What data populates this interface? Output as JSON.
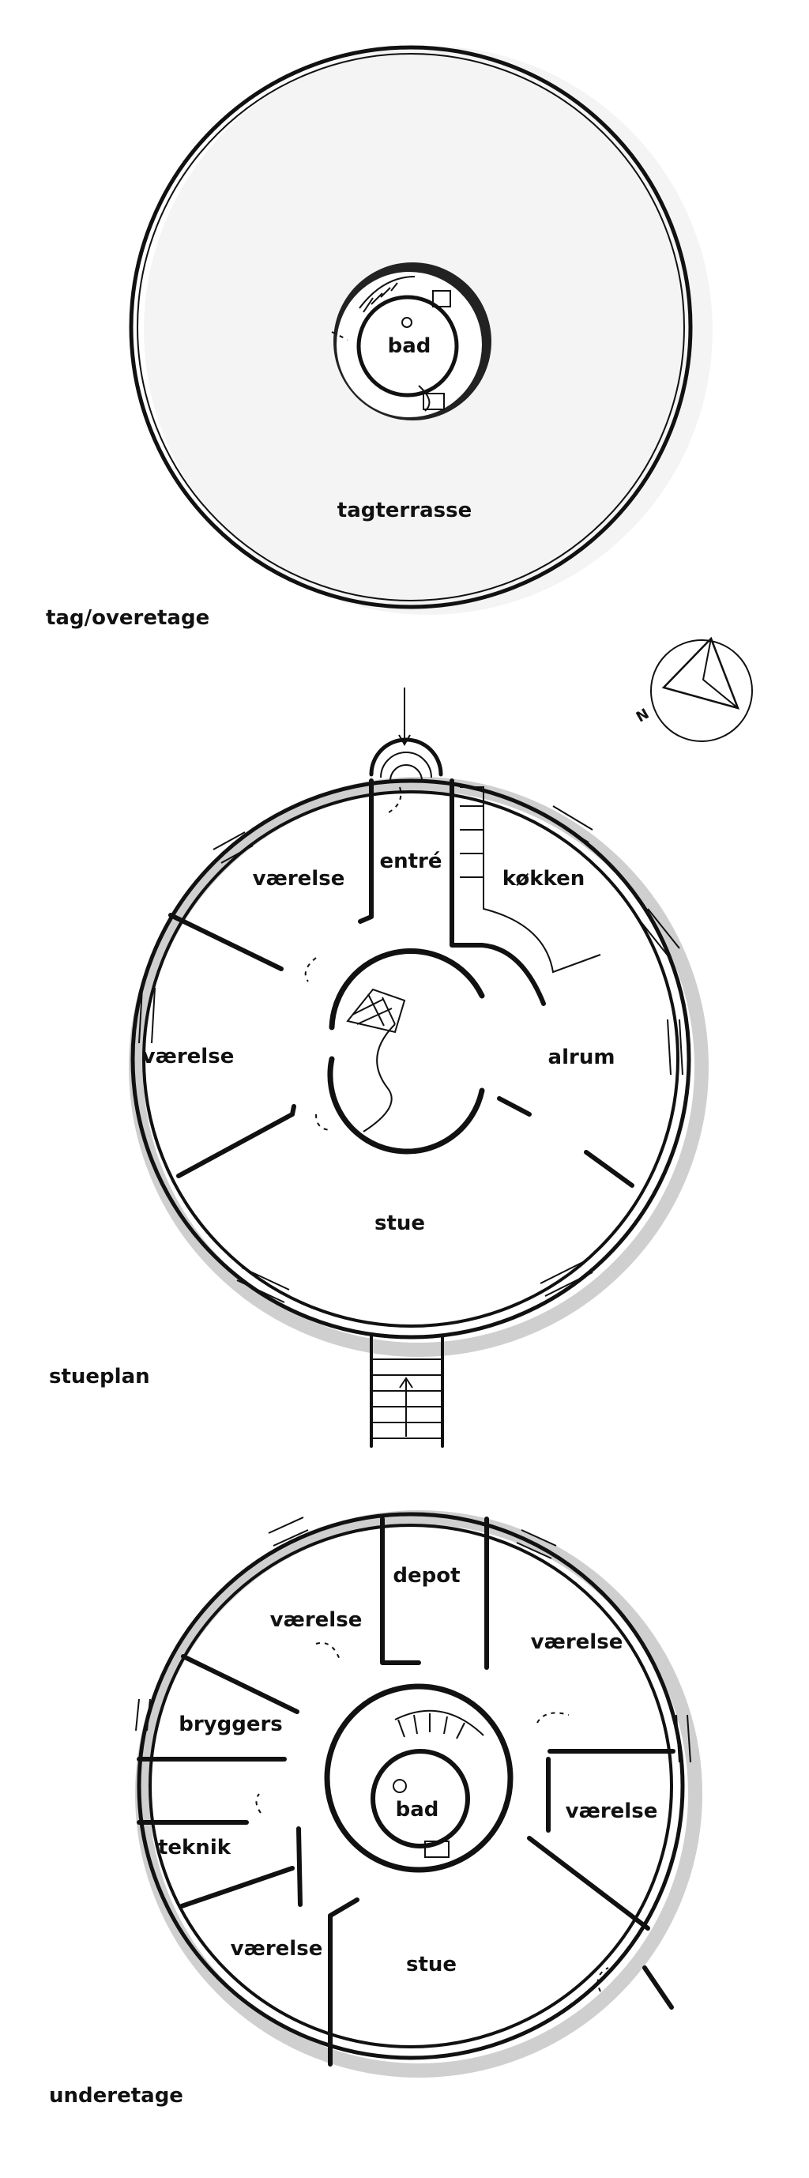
{
  "floors": {
    "roof": {
      "label": "tag/overetage",
      "rooms": {
        "bath": "bad",
        "terrace": "tagterrasse"
      }
    },
    "ground": {
      "label": "stueplan",
      "rooms": {
        "entrance": "entré",
        "bedroom_top": "værelse",
        "kitchen": "køkken",
        "bedroom_left": "værelse",
        "family_room": "alrum",
        "living": "stue"
      }
    },
    "basement": {
      "label": "underetage",
      "rooms": {
        "storage": "depot",
        "bedroom_top_left": "værelse",
        "bedroom_top_right": "værelse",
        "utility": "bryggers",
        "bath": "bad",
        "bedroom_right": "værelse",
        "technical": "teknik",
        "bedroom_bottom_left": "værelse",
        "living": "stue"
      }
    }
  },
  "compass": {
    "north_label": "N"
  }
}
